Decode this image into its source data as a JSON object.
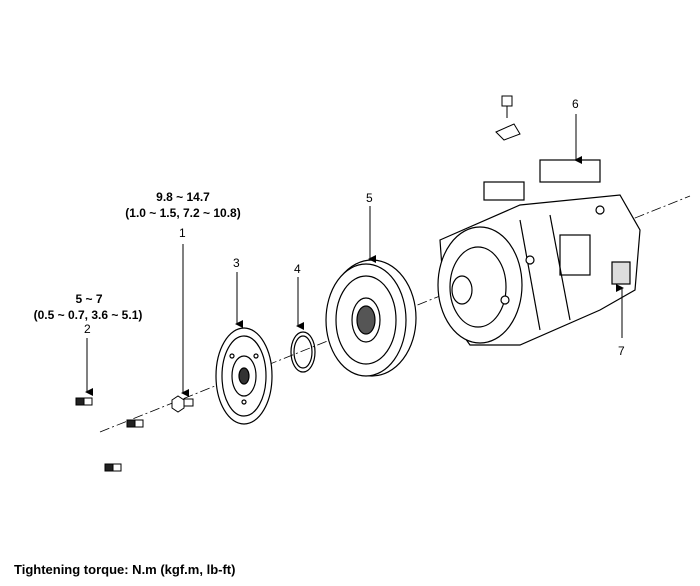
{
  "callouts": {
    "c1": {
      "number": "1",
      "torque_nm": "9.8 ~ 14.7",
      "torque_alt": "(1.0 ~ 1.5, 7.2 ~ 10.8)"
    },
    "c2": {
      "number": "2",
      "torque_nm": "5 ~ 7",
      "torque_alt": "(0.5 ~ 0.7, 3.6 ~ 5.1)"
    },
    "c3": {
      "number": "3"
    },
    "c4": {
      "number": "4"
    },
    "c5": {
      "number": "5"
    },
    "c6": {
      "number": "6"
    },
    "c7": {
      "number": "7"
    }
  },
  "footer": {
    "text": "Tightening torque: N.m (kgf.m, lb-ft)"
  }
}
